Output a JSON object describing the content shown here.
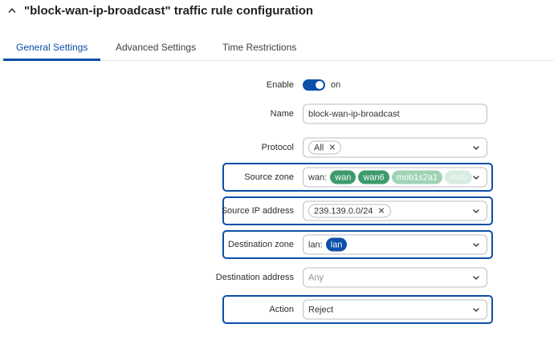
{
  "header": {
    "title": "\"block-wan-ip-broadcast\" traffic rule configuration"
  },
  "tabs": [
    {
      "label": "General Settings",
      "active": true
    },
    {
      "label": "Advanced Settings",
      "active": false
    },
    {
      "label": "Time Restrictions",
      "active": false
    }
  ],
  "form": {
    "enable": {
      "label": "Enable",
      "state": "on"
    },
    "name": {
      "label": "Name",
      "value": "block-wan-ip-broadcast"
    },
    "protocol": {
      "label": "Protocol",
      "chip": "All"
    },
    "source_zone": {
      "label": "Source zone",
      "prefix": "wan:",
      "chips": [
        "wan",
        "wan6",
        "mob1s2a1",
        "mob"
      ]
    },
    "source_ip": {
      "label": "Source IP address",
      "chip": "239.139.0.0/24"
    },
    "destination_zone": {
      "label": "Destination zone",
      "prefix": "lan:",
      "chip": "lan"
    },
    "destination_address": {
      "label": "Destination address",
      "placeholder": "Any"
    },
    "action": {
      "label": "Action",
      "value": "Reject"
    }
  },
  "icons": {
    "collapse": "chevron-up-icon",
    "dropdown": "chevron-down-icon",
    "remove": "close-icon"
  },
  "colors": {
    "accent": "#0b4fa8",
    "zone_green": "#3e9a6b",
    "border": "#b9bec6"
  }
}
